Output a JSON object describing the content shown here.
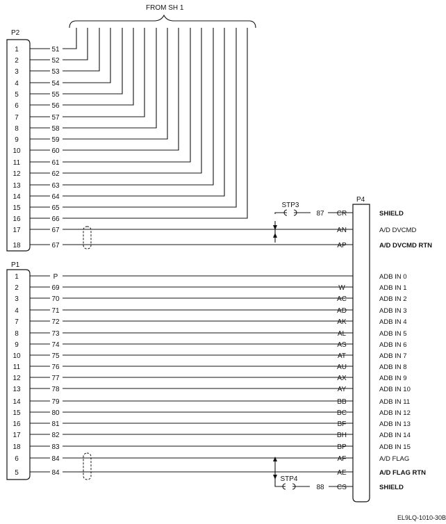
{
  "header": {
    "from_label": "FROM SH 1"
  },
  "figure_id": "EL9LQ-1010-30B",
  "p2": {
    "label": "P2",
    "rows": [
      {
        "pin": "1",
        "wire": "51"
      },
      {
        "pin": "2",
        "wire": "52"
      },
      {
        "pin": "3",
        "wire": "53"
      },
      {
        "pin": "4",
        "wire": "54"
      },
      {
        "pin": "5",
        "wire": "55"
      },
      {
        "pin": "6",
        "wire": "56"
      },
      {
        "pin": "7",
        "wire": "57"
      },
      {
        "pin": "8",
        "wire": "58"
      },
      {
        "pin": "9",
        "wire": "59"
      },
      {
        "pin": "10",
        "wire": "60"
      },
      {
        "pin": "11",
        "wire": "61"
      },
      {
        "pin": "12",
        "wire": "62"
      },
      {
        "pin": "13",
        "wire": "63"
      },
      {
        "pin": "14",
        "wire": "64"
      },
      {
        "pin": "15",
        "wire": "65"
      },
      {
        "pin": "16",
        "wire": "66"
      },
      {
        "pin": "17",
        "wire": "67"
      },
      {
        "pin": "18",
        "wire": "67"
      }
    ]
  },
  "p1": {
    "label": "P1",
    "rows": [
      {
        "pin": "1",
        "wire": "P"
      },
      {
        "pin": "2",
        "wire": "69"
      },
      {
        "pin": "3",
        "wire": "70"
      },
      {
        "pin": "4",
        "wire": "71"
      },
      {
        "pin": "7",
        "wire": "72"
      },
      {
        "pin": "8",
        "wire": "73"
      },
      {
        "pin": "9",
        "wire": "74"
      },
      {
        "pin": "10",
        "wire": "75"
      },
      {
        "pin": "11",
        "wire": "76"
      },
      {
        "pin": "12",
        "wire": "77"
      },
      {
        "pin": "13",
        "wire": "78"
      },
      {
        "pin": "14",
        "wire": "79"
      },
      {
        "pin": "15",
        "wire": "80"
      },
      {
        "pin": "16",
        "wire": "81"
      },
      {
        "pin": "17",
        "wire": "82"
      },
      {
        "pin": "18",
        "wire": "83"
      },
      {
        "pin": "6",
        "wire": "84"
      },
      {
        "pin": "5",
        "wire": "84"
      }
    ]
  },
  "p4": {
    "label": "P4",
    "rows": [
      {
        "pin": "CR",
        "signal": "SHIELD"
      },
      {
        "pin": "AN",
        "signal": "A/D DVCMD"
      },
      {
        "pin": "AP",
        "signal": "A/D DVCMD RTN"
      },
      {
        "pin": "",
        "signal": "ADB IN 0"
      },
      {
        "pin": "W",
        "signal": "ADB IN 1"
      },
      {
        "pin": "AC",
        "signal": "ADB IN 2"
      },
      {
        "pin": "AD",
        "signal": "ADB IN 3"
      },
      {
        "pin": "AK",
        "signal": "ADB IN 4"
      },
      {
        "pin": "AL",
        "signal": "ADB IN 5"
      },
      {
        "pin": "AS",
        "signal": "ADB IN 6"
      },
      {
        "pin": "AT",
        "signal": "ADB IN 7"
      },
      {
        "pin": "AU",
        "signal": "ADB IN 8"
      },
      {
        "pin": "AX",
        "signal": "ADB IN 9"
      },
      {
        "pin": "AY",
        "signal": "ADB IN 10"
      },
      {
        "pin": "BB",
        "signal": "ADB IN 11"
      },
      {
        "pin": "BC",
        "signal": "ADB IN 12"
      },
      {
        "pin": "BF",
        "signal": "ADB IN 13"
      },
      {
        "pin": "BH",
        "signal": "ADB IN 14"
      },
      {
        "pin": "BP",
        "signal": "ADB IN 15"
      },
      {
        "pin": "AF",
        "signal": "A/D FLAG"
      },
      {
        "pin": "AE",
        "signal": "A/D FLAG RTN"
      },
      {
        "pin": "CS",
        "signal": "SHIELD"
      }
    ]
  },
  "stp3": {
    "label": "STP3",
    "wire": "87"
  },
  "stp4": {
    "label": "STP4",
    "wire": "88"
  }
}
